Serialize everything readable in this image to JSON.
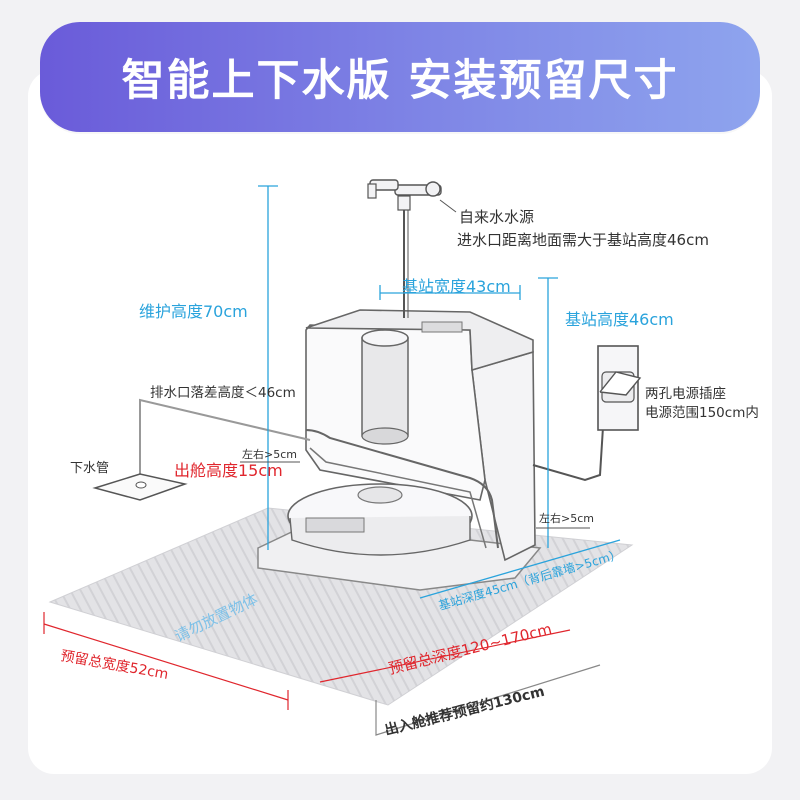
{
  "title": "智能上下水版  安装预留尺寸",
  "labels": {
    "water_source": "自来水水源",
    "water_inlet": "进水口距离地面需大于基站高度46cm",
    "station_width": "基站宽度43cm",
    "station_height": "基站高度46cm",
    "maintenance_height": "维护高度70cm",
    "drain_drop": "排水口落差高度＜46cm",
    "drain_pipe": "下水管",
    "side_left_gap": "左右>5cm",
    "exit_height": "出舱高度15cm",
    "side_right_gap": "左右>5cm",
    "socket": "两孔电源插座",
    "power_range": "电源范围150cm内",
    "station_depth": "基站深度45cm（背后靠墙>5cm）",
    "mat_text": "请勿放置物体",
    "total_width": "预留总宽度52cm",
    "total_depth": "预留总深度120~170cm",
    "exit_recommend": "出入舱推荐预留约130cm"
  },
  "colors": {
    "accent_blue": "#2aa3dc",
    "accent_red": "#e0262d",
    "banner_start": "#6a5bd9",
    "banner_end": "#8ea4ee",
    "line_gray": "#555555"
  }
}
